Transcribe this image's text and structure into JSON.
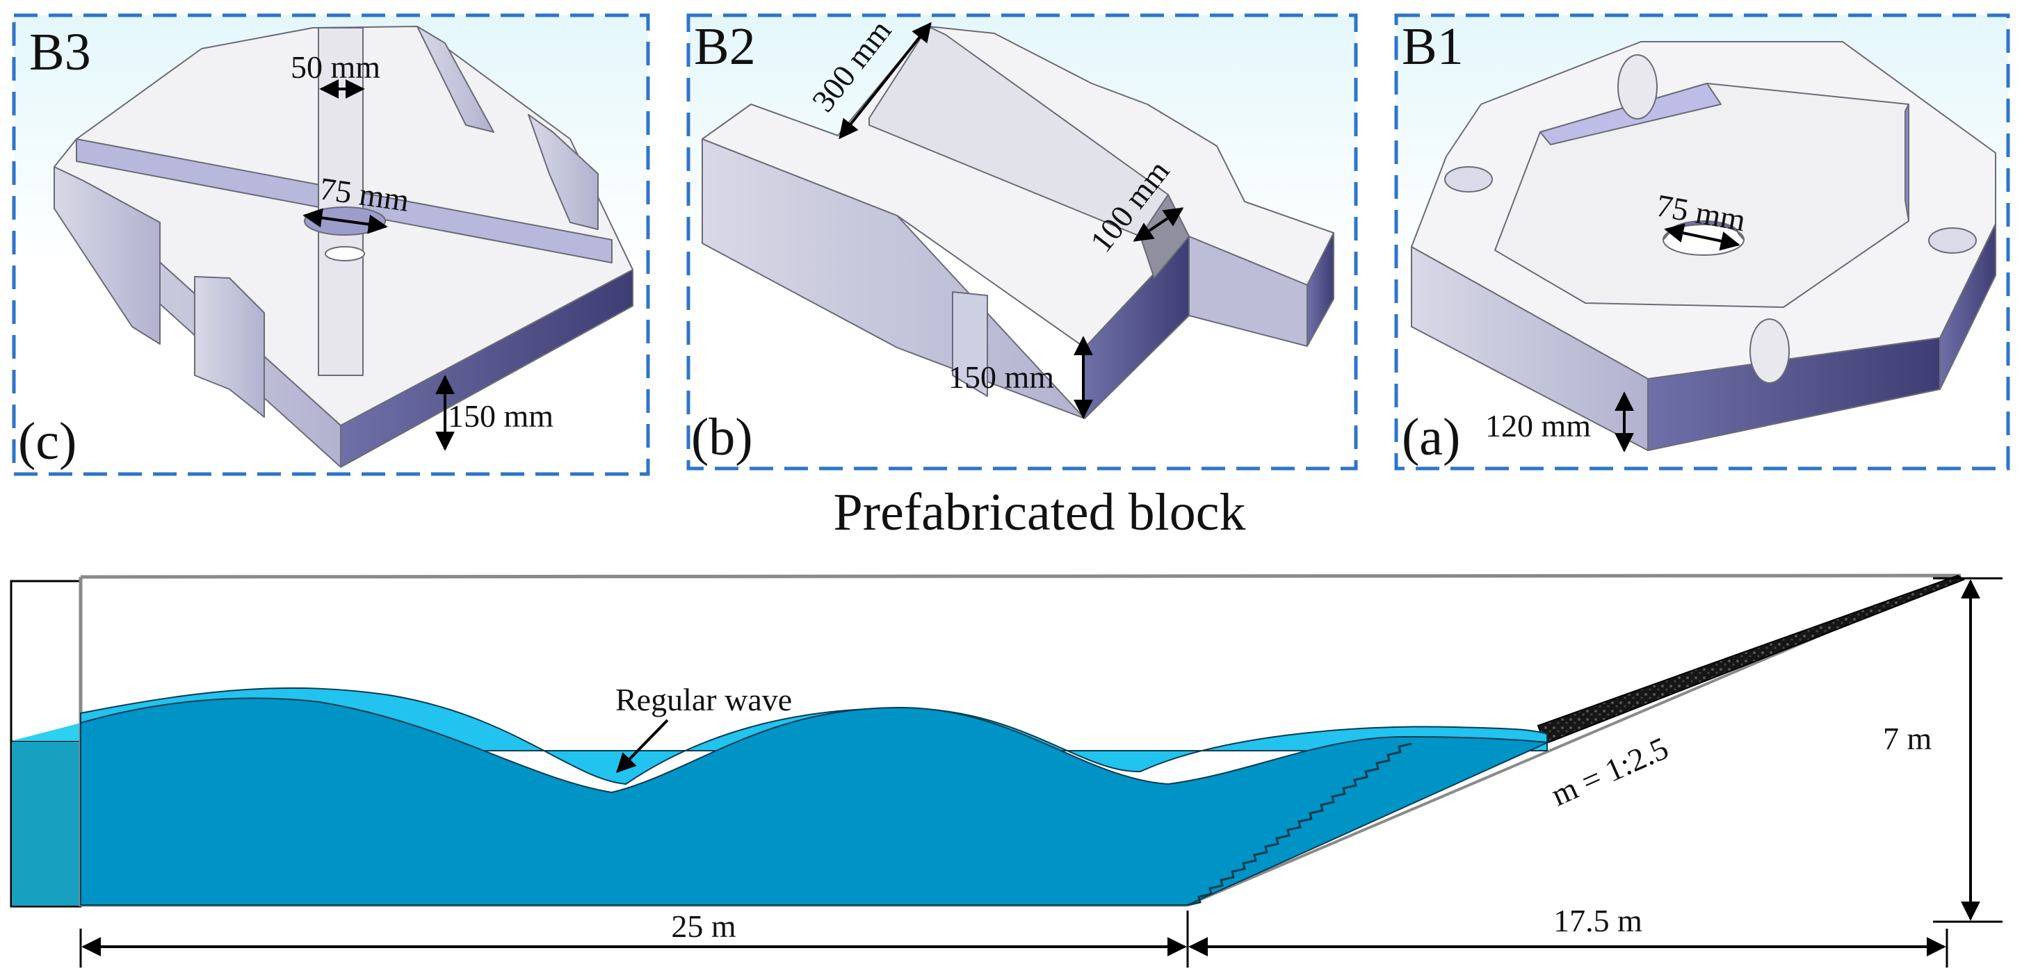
{
  "panels": [
    {
      "id": "c",
      "block": "B3",
      "tag": "(c)",
      "dims": [
        "50 mm",
        "75 mm",
        "150 mm"
      ]
    },
    {
      "id": "b",
      "block": "B2",
      "tag": "(b)",
      "dims": [
        "300 mm",
        "100 mm",
        "150 mm"
      ]
    },
    {
      "id": "a",
      "block": "B1",
      "tag": "(a)",
      "dims": [
        "75 mm",
        "120 mm"
      ]
    }
  ],
  "section_title": "Prefabricated block",
  "flume": {
    "wave_label": "Regular wave",
    "slope_label": "m = 1:2.5",
    "height_label": "7 m",
    "length_flat_label": "25 m",
    "length_slope_label": "17.5 m"
  },
  "colors": {
    "frame": "#2e75c9",
    "water": "#0094c6",
    "water_crest": "#22c3ee",
    "block_top": "#f2f2f4",
    "block_side": "#b9b9d6",
    "block_dark": "#5a5a96",
    "armor": "#1a1a1a"
  }
}
